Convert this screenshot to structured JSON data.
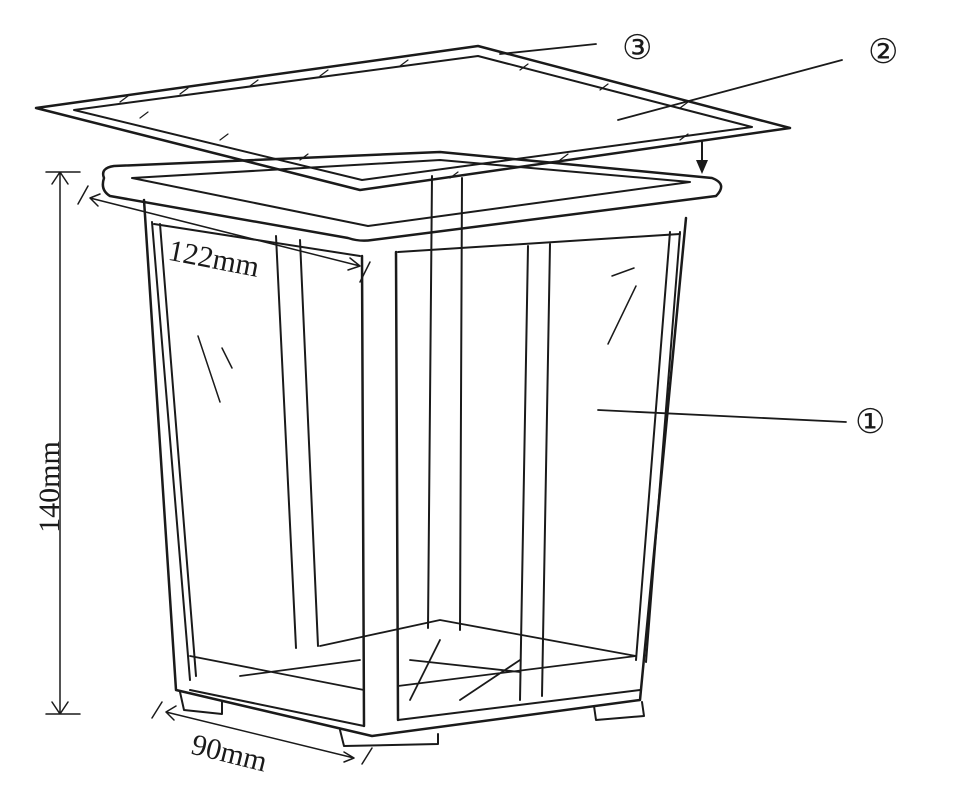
{
  "diagram": {
    "subject": "square plant pot with lid (exploded view)",
    "dimensions": {
      "top_width": "122mm",
      "height": "140mm",
      "bottom_width": "90mm"
    },
    "callouts": [
      {
        "id": "1",
        "label": "①",
        "part": "pot body"
      },
      {
        "id": "2",
        "label": "②",
        "part": "lid panel"
      },
      {
        "id": "3",
        "label": "③",
        "part": "lid rim"
      }
    ],
    "colors": {
      "line": "#1a1a1a",
      "background": "#ffffff"
    }
  }
}
